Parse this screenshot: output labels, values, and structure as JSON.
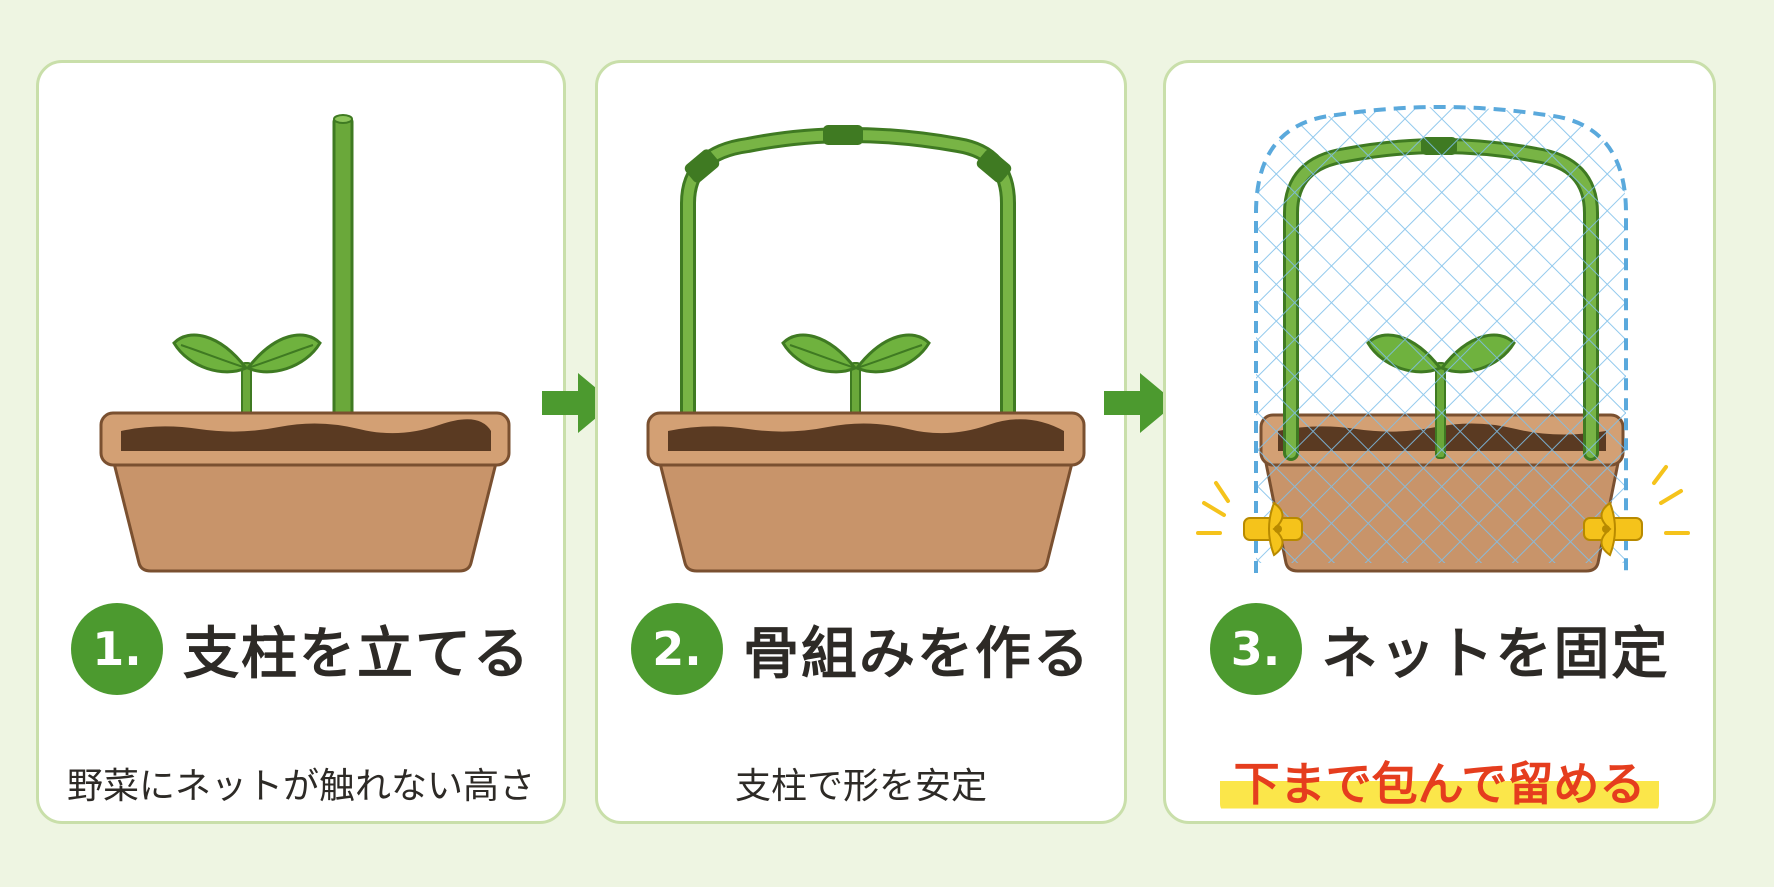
{
  "steps": [
    {
      "number": "1.",
      "title": "支柱を立てる",
      "subtitle": "野菜にネットが触れない高さ",
      "icons": [
        "planter-icon",
        "seedling-icon",
        "stake-icon"
      ]
    },
    {
      "number": "2.",
      "title": "骨組みを作る",
      "subtitle": "支柱で形を安定",
      "icons": [
        "planter-icon",
        "seedling-icon",
        "arch-frame-icon"
      ]
    },
    {
      "number": "3.",
      "title": "ネットを固定",
      "subtitle": "下まで包んで留める",
      "icons": [
        "planter-icon",
        "seedling-icon",
        "arch-frame-icon",
        "net-icon",
        "clip-icon"
      ]
    }
  ],
  "arrows": [
    "arrow-right-icon",
    "arrow-right-icon"
  ],
  "colors": {
    "background": "#eef5e2",
    "card_border": "#c9dfaa",
    "number_circle": "#4c9a2f",
    "title_text": "#2d2a26",
    "emphasis_text": "#e53d1e",
    "emphasis_highlight": "#fbe64a",
    "stake_green": "#6aa83a",
    "net_blue": "#5aa9dc",
    "clip_yellow": "#f5c31b",
    "planter_brown": "#c8946a"
  }
}
